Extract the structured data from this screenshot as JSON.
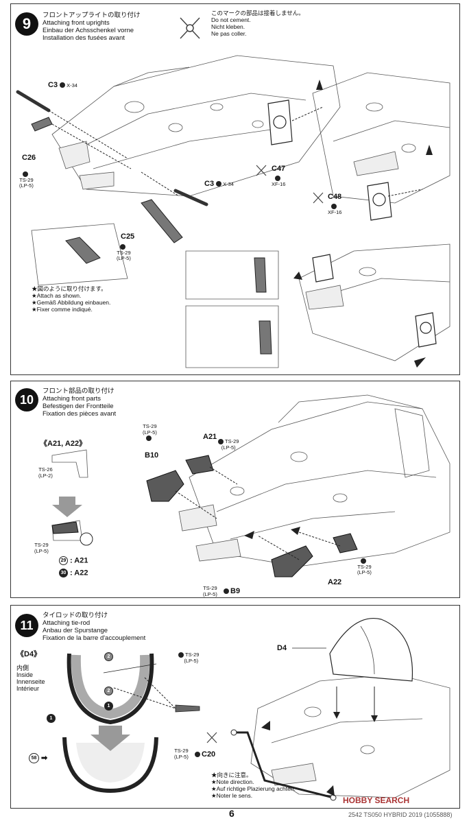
{
  "step9": {
    "number": "9",
    "title_jp": "フロントアップライトの取り付け",
    "title_en": "Attaching front uprights",
    "title_de": "Einbau der Achsschenkel vorne",
    "title_fr": "Installation des fusées avant",
    "nocement_jp": "このマークの部品は接着しません。",
    "nocement_en": "Do not cement.",
    "nocement_de": "Nicht kleben.",
    "nocement_fr": "Ne pas coller.",
    "part_c3a": "C3",
    "screw_a": "X-34",
    "part_c26": "C26",
    "paint_c26": "TS-29",
    "paint_c26b": "(LP-5)",
    "part_c3b": "C3",
    "screw_b": "X-34",
    "part_c25": "C25",
    "paint_c25": "TS-29",
    "paint_c25b": "(LP-5)",
    "part_c47": "C47",
    "paint_c47": "XF-16",
    "part_c48": "C48",
    "paint_c48": "XF-16",
    "note_jp": "★図のように取り付けます。",
    "note_en": "★Attach as shown.",
    "note_de": "★Gemäß Abbildung einbauen.",
    "note_fr": "★Fixer comme indiqué."
  },
  "step10": {
    "number": "10",
    "title_jp": "フロント部品の取り付け",
    "title_en": "Attaching front parts",
    "title_de": "Befestigen der Frontteile",
    "title_fr": "Fixation des pièces avant",
    "sub_label": "《A21, A22》",
    "paint_top": "TS-26",
    "paint_topb": "(LP-2)",
    "paint_bottom": "TS-29",
    "paint_bottomb": "(LP-5)",
    "num29": "29",
    "num30": "30",
    "map29": ": A21",
    "map30": ": A22",
    "b10_paint": "TS-29",
    "b10_paintb": "(LP-5)",
    "part_b10": "B10",
    "part_a21": "A21",
    "a21_paint": "TS-29",
    "a21_paintb": "(LP-5)",
    "part_a22": "A22",
    "a22_paint": "TS-29",
    "a22_paintb": "(LP-5)",
    "b9_paint": "TS-29",
    "b9_paintb": "(LP-5)",
    "part_b9": "B9"
  },
  "step11": {
    "number": "11",
    "title_jp": "タイロッドの取り付け",
    "title_en": "Attaching tie-rod",
    "title_de": "Anbau der Spurstange",
    "title_fr": "Fixation de la barre d'accouplement",
    "sub_label": "《D4》",
    "inside_jp": "内側",
    "inside_en": "Inside",
    "inside_de": "Innenseite",
    "inside_fr": "Intérieur",
    "num1": "1",
    "num2": "2",
    "num58": "58",
    "d4_paint": "TS-29",
    "d4_paintb": "(LP-5)",
    "part_d4": "D4",
    "c20_paint": "TS-29",
    "c20_paintb": "(LP-5)",
    "part_c20": "C20",
    "note_jp": "★向きに注意。",
    "note_en": "★Note direction.",
    "note_de": "★Auf richtige Plazierung achten.",
    "note_fr": "★Noter le sens."
  },
  "page_number": "6",
  "footer_text": "2542  TS050 HYBRID 2019 (1055888)",
  "watermark": "HOBBY SEARCH"
}
